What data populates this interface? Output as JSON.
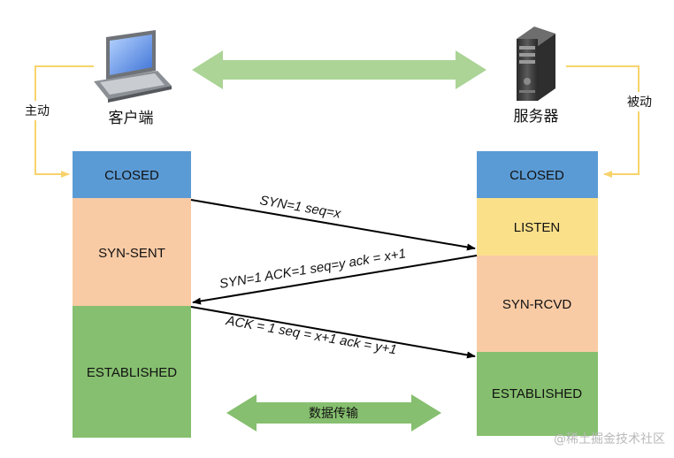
{
  "client": {
    "label": "客户端",
    "initiator_label": "主动",
    "states": [
      "CLOSED",
      "SYN-SENT",
      "ESTABLISHED"
    ]
  },
  "server": {
    "label": "服务器",
    "initiator_label": "被动",
    "states": [
      "CLOSED",
      "LISTEN",
      "SYN-RCVD",
      "ESTABLISHED"
    ]
  },
  "messages": [
    {
      "label": "SYN=1  seq=x",
      "direction": "client-to-server"
    },
    {
      "label": "SYN=1 ACK=1 seq=y ack = x+1",
      "direction": "server-to-client"
    },
    {
      "label": "ACK = 1 seq = x+1 ack = y+1",
      "direction": "client-to-server"
    }
  ],
  "data_transfer_label": "数据传输",
  "watermark": "@稀土掘金技术社区",
  "icons": {
    "client": "laptop-icon",
    "server": "server-tower-icon"
  },
  "colors": {
    "closed": "#5b9bd5",
    "syn": "#f8cba5",
    "listen": "#fbe08a",
    "established": "#86bf6f",
    "double_arrow": "#9ccd84",
    "connector": "#f7d36b"
  }
}
